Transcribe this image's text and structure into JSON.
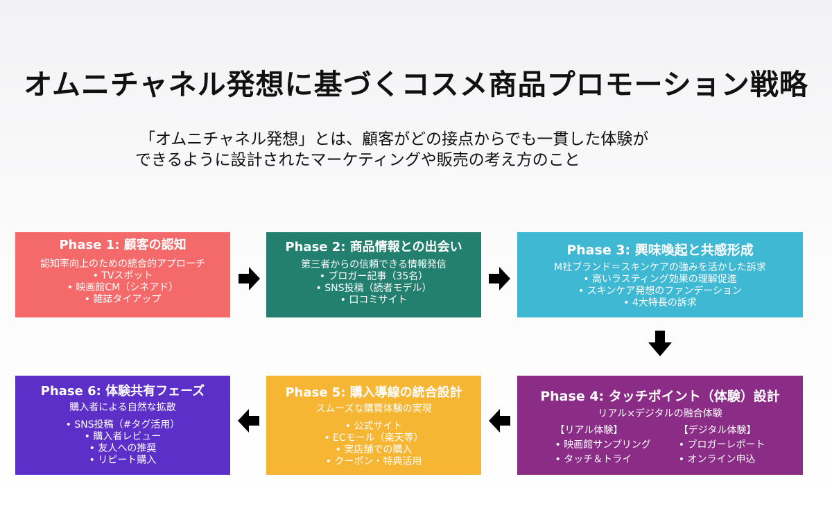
{
  "title": "オムニチャネル発想に基づくコスメ商品プロモーション戦略",
  "subtitle": {
    "line1": "「オムニチャネル発想」とは、顧客がどの接点からでも一貫した体験が",
    "line2": "できるように設計されたマーケティングや販売の考え方のこと"
  },
  "phases": {
    "p1": {
      "title": "Phase 1: 顧客の認知",
      "desc": "認知率向上のための統合的アプローチ",
      "bullets": [
        "TVスポット",
        "映画館CM（シネアド）",
        "雑誌タイアップ"
      ],
      "color": "#f46a6a"
    },
    "p2": {
      "title": "Phase 2: 商品情報との出会い",
      "desc": "第三者からの信頼できる情報発信",
      "bullets": [
        "ブロガー記事（35名）",
        "SNS投稿（読者モデル）",
        "口コミサイト"
      ],
      "color": "#23806f"
    },
    "p3": {
      "title": "Phase 3: 興味喚起と共感形成",
      "desc": "M社ブランド＝スキンケアの強みを活かした訴求",
      "bullets": [
        "高いラスティング効果の理解促進",
        "スキンケア発想のファンデーション",
        "4大特長の訴求"
      ],
      "color": "#3fb8d3"
    },
    "p4": {
      "title": "Phase 4: タッチポイント（体験）設計",
      "desc": "リアル×デジタルの融合体験",
      "real_heading": "【リアル体験】",
      "real_bullets": [
        "映画館サンプリング",
        "タッチ＆トライ"
      ],
      "digital_heading": "【デジタル体験】",
      "digital_bullets": [
        "ブロガーレポート",
        "オンライン申込"
      ],
      "color": "#8b2c87"
    },
    "p5": {
      "title": "Phase 5: 購入導線の統合設計",
      "desc": "スムーズな購買体験の実現",
      "bullets": [
        "公式サイト",
        "ECモール（楽天等）",
        "実店舗での購入",
        "クーポン・特典活用"
      ],
      "color": "#f6b532"
    },
    "p6": {
      "title": "Phase 6: 体験共有フェーズ",
      "desc": "購入者による自然な拡散",
      "bullets": [
        "SNS投稿（#タグ活用）",
        "購入者レビュー",
        "友人への推奨",
        "リピート購入"
      ],
      "color": "#5c2fc9"
    }
  },
  "arrows": [
    "right-arrow",
    "right-arrow",
    "down-arrow",
    "left-arrow",
    "left-arrow"
  ]
}
